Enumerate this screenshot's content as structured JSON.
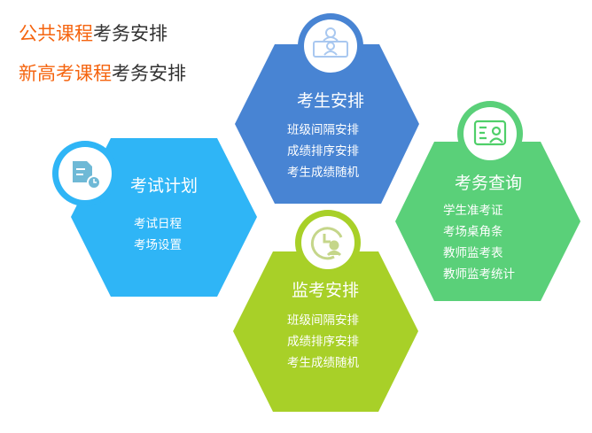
{
  "links": [
    {
      "highlight": "公共课程",
      "rest": "考务安排"
    },
    {
      "highlight": "新高考课程",
      "rest": "考务安排"
    }
  ],
  "colors": {
    "orange": "#f5640f",
    "blue": "#4884d3",
    "cyan": "#2fb5f6",
    "green": "#5ad079",
    "lime": "#a8d028"
  },
  "modules": {
    "student": {
      "title": "考生安排",
      "icon": "students-icon",
      "items": [
        "班级间隔安排",
        "成绩排序安排",
        "考生成绩随机"
      ]
    },
    "plan": {
      "title": "考试计划",
      "icon": "document-clock-icon",
      "items": [
        "考试日程",
        "考场设置"
      ]
    },
    "query": {
      "title": "考务查询",
      "icon": "id-card-icon",
      "items": [
        "学生准考证",
        "考场桌角条",
        "教师监考表",
        "教师监考统计"
      ]
    },
    "invigilate": {
      "title": "监考安排",
      "icon": "clock-person-icon",
      "items": [
        "班级间隔安排",
        "成绩排序安排",
        "考生成绩随机"
      ]
    }
  }
}
